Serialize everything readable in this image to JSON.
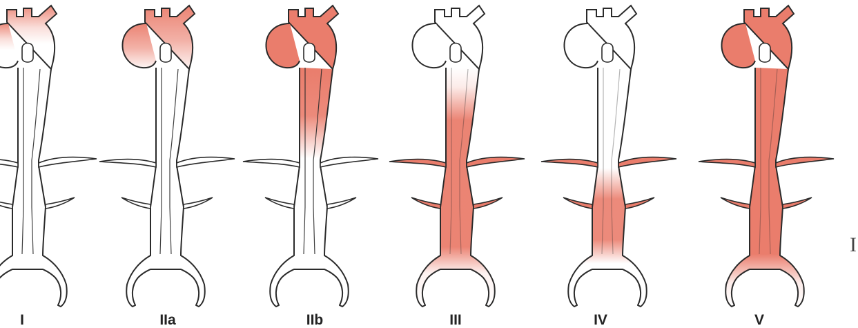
{
  "colors": {
    "background": "#ffffff",
    "outline": "#2a2a2a",
    "vessel_fill": "#ffffff",
    "dissection": "#ea7d6c",
    "label": "#222222"
  },
  "panels": [
    {
      "label": "I",
      "regions": {
        "arch": "partial",
        "desc_thoracic": "none",
        "abd": "none"
      }
    },
    {
      "label": "IIa",
      "regions": {
        "arch": "faded",
        "desc_thoracic": "none",
        "abd": "none"
      }
    },
    {
      "label": "IIb",
      "regions": {
        "arch": "full",
        "desc_thoracic": "upper",
        "abd": "none"
      }
    },
    {
      "label": "III",
      "regions": {
        "arch": "none",
        "desc_thoracic": "full",
        "abd": "full"
      }
    },
    {
      "label": "IV",
      "regions": {
        "arch": "none",
        "desc_thoracic": "none",
        "abd": "partial"
      }
    },
    {
      "label": "V",
      "regions": {
        "arch": "full",
        "desc_thoracic": "full",
        "abd": "full"
      }
    }
  ],
  "edge_glyph": "I"
}
